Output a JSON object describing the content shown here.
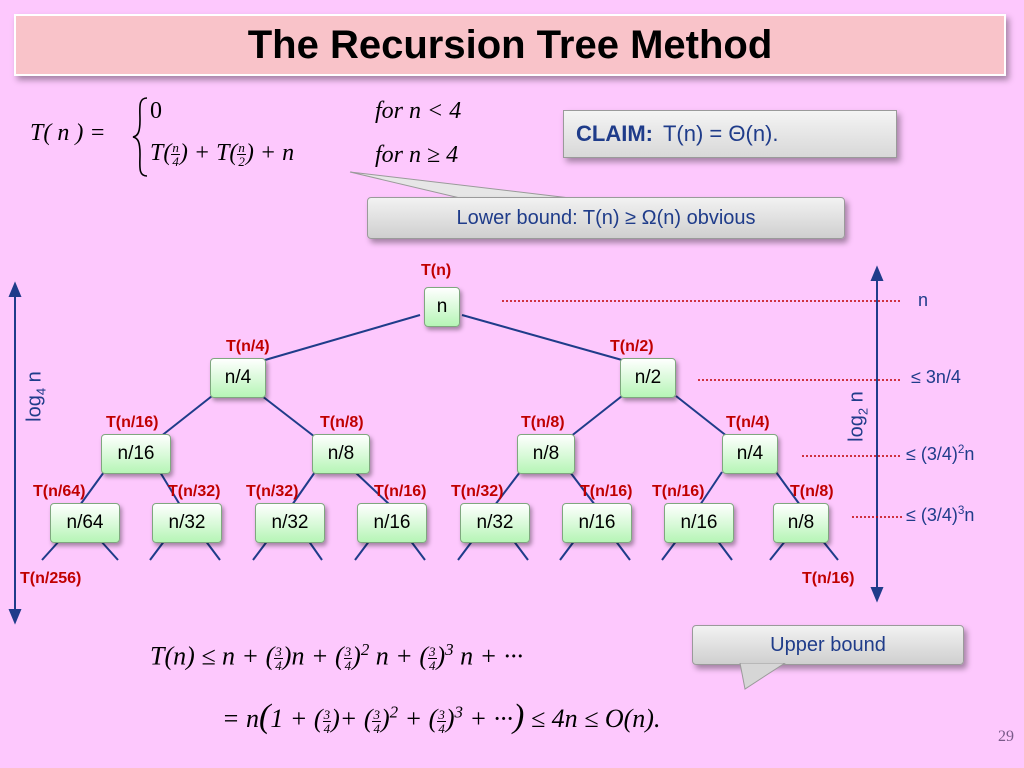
{
  "title": "The Recursion Tree Method",
  "recurrence": {
    "lhs": "T( n ) =",
    "case1_value": "0",
    "case1_cond": "for  n < 4",
    "case2_cond": "for  n ≥ 4",
    "case2_T": "T",
    "case2_plus": "+",
    "case2_plus_n": "+ n",
    "frac_n": "n",
    "frac_4": "4",
    "frac_2": "2"
  },
  "claim": {
    "label": "CLAIM:",
    "text": "T(n) = Θ(n)."
  },
  "lower_bound": "Lower bound: T(n) ≥ Ω(n) obvious",
  "upper_bound": "Upper bound",
  "tree": {
    "root": {
      "node": "n",
      "label": "T(n)"
    },
    "level1": [
      {
        "node": "n/4",
        "label": "T(n/4)"
      },
      {
        "node": "n/2",
        "label": "T(n/2)"
      }
    ],
    "level2": [
      {
        "node": "n/16",
        "label": "T(n/16)"
      },
      {
        "node": "n/8",
        "label": "T(n/8)"
      },
      {
        "node": "n/8",
        "label": "T(n/8)"
      },
      {
        "node": "n/4",
        "label": "T(n/4)"
      }
    ],
    "level3": [
      {
        "node": "n/64",
        "label": "T(n/64)"
      },
      {
        "node": "n/32",
        "label": "T(n/32)"
      },
      {
        "node": "n/32",
        "label": "T(n/32)"
      },
      {
        "node": "n/16",
        "label": "T(n/16)"
      },
      {
        "node": "n/32",
        "label": "T(n/32)"
      },
      {
        "node": "n/16",
        "label": "T(n/16)"
      },
      {
        "node": "n/16",
        "label": "T(n/16)"
      },
      {
        "node": "n/8",
        "label": "T(n/8)"
      }
    ],
    "leaf_left": "T(n/256)",
    "leaf_right": "T(n/16)"
  },
  "level_sums": [
    "n",
    "≤ 3n/4",
    "≤ (3/4)",
    "2",
    "n",
    "≤ (3/4)",
    "3",
    "n"
  ],
  "height_left": {
    "base": "log",
    "sub": "4",
    "var": " n"
  },
  "height_right": {
    "base": "log",
    "sub": "2",
    "var": " n"
  },
  "sum_line1": {
    "lhs": "T(n) ≤ n +",
    "term": "n +",
    "term2": "n +",
    "term3": "n + ···",
    "exp2": "2",
    "exp3": "3"
  },
  "sum_line2": {
    "lhs": "= n",
    "one": "1 +",
    "plus": "+",
    "plus2": "+",
    "tail": "+ ···",
    "rhs": "≤ 4n ≤ O(n).",
    "exp2": "2",
    "exp3": "3"
  },
  "frac34": {
    "num": "3",
    "den": "4"
  },
  "page_number": "29",
  "colors": {
    "background": "#fdc8fd",
    "title_bg": "#f9c3c9",
    "accent_red": "#c00000",
    "accent_blue": "#1f3c8a",
    "node_green": "#b6f5b6"
  }
}
